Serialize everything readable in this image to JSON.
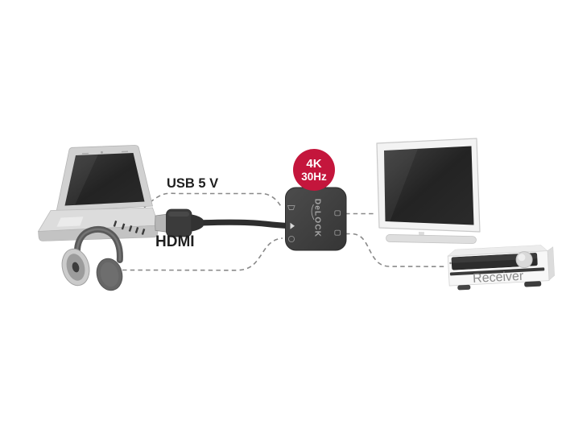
{
  "badge": {
    "line1": "4K",
    "line2": "30Hz",
    "color": "#c4163c",
    "text_color": "#ffffff"
  },
  "labels": {
    "usb_power": "USB 5 V",
    "hdmi_cable": "HDMI"
  },
  "adapter": {
    "brand_logo": "DeLOCK",
    "body_color": "#3f3f3f"
  },
  "receiver": {
    "front_label": "Receiver"
  },
  "connections": {
    "line_color": "#8a8a8a"
  }
}
